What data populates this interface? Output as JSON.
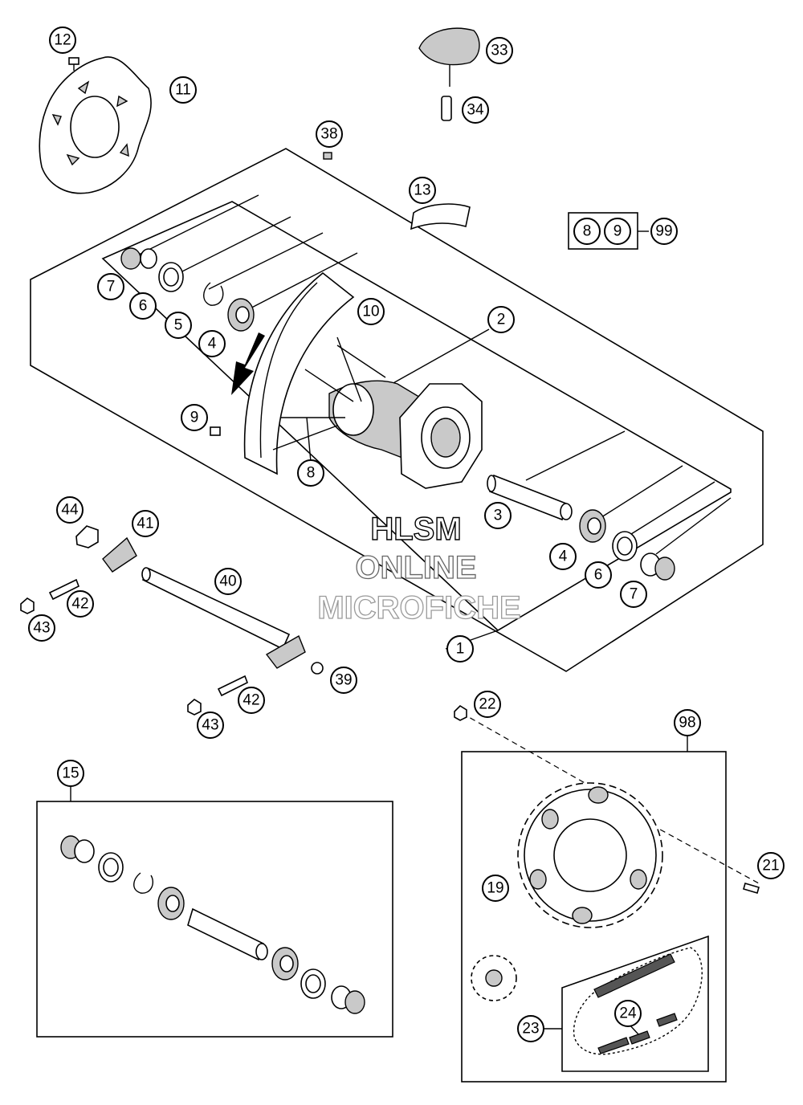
{
  "callouts": [
    {
      "id": "c12",
      "label": "12"
    },
    {
      "id": "c11",
      "label": "11"
    },
    {
      "id": "c33",
      "label": "33"
    },
    {
      "id": "c34",
      "label": "34"
    },
    {
      "id": "c38",
      "label": "38"
    },
    {
      "id": "c13",
      "label": "13"
    },
    {
      "id": "c8b",
      "label": "8"
    },
    {
      "id": "c9b",
      "label": "9"
    },
    {
      "id": "c99",
      "label": "99"
    },
    {
      "id": "c7a",
      "label": "7"
    },
    {
      "id": "c6a",
      "label": "6"
    },
    {
      "id": "c5",
      "label": "5"
    },
    {
      "id": "c4a",
      "label": "4"
    },
    {
      "id": "c10",
      "label": "10"
    },
    {
      "id": "c2",
      "label": "2"
    },
    {
      "id": "c9",
      "label": "9"
    },
    {
      "id": "c8",
      "label": "8"
    },
    {
      "id": "c3",
      "label": "3"
    },
    {
      "id": "c44",
      "label": "44"
    },
    {
      "id": "c41",
      "label": "41"
    },
    {
      "id": "c40",
      "label": "40"
    },
    {
      "id": "c42a",
      "label": "42"
    },
    {
      "id": "c43a",
      "label": "43"
    },
    {
      "id": "c4b",
      "label": "4"
    },
    {
      "id": "c6b",
      "label": "6"
    },
    {
      "id": "c7b",
      "label": "7"
    },
    {
      "id": "c1",
      "label": "1"
    },
    {
      "id": "c39",
      "label": "39"
    },
    {
      "id": "c42b",
      "label": "42"
    },
    {
      "id": "c43b",
      "label": "43"
    },
    {
      "id": "c22",
      "label": "22"
    },
    {
      "id": "c98",
      "label": "98"
    },
    {
      "id": "c15",
      "label": "15"
    },
    {
      "id": "c21",
      "label": "21"
    },
    {
      "id": "c19",
      "label": "19"
    },
    {
      "id": "c24",
      "label": "24"
    },
    {
      "id": "c23",
      "label": "23"
    }
  ],
  "watermark": {
    "line1": "HLSM",
    "line2": "ONLINE",
    "line3": "MICROFICHE"
  },
  "colors": {
    "ink": "#000000",
    "shade": "#c9c9c9",
    "watermark_gray": "#9a9a9a"
  }
}
